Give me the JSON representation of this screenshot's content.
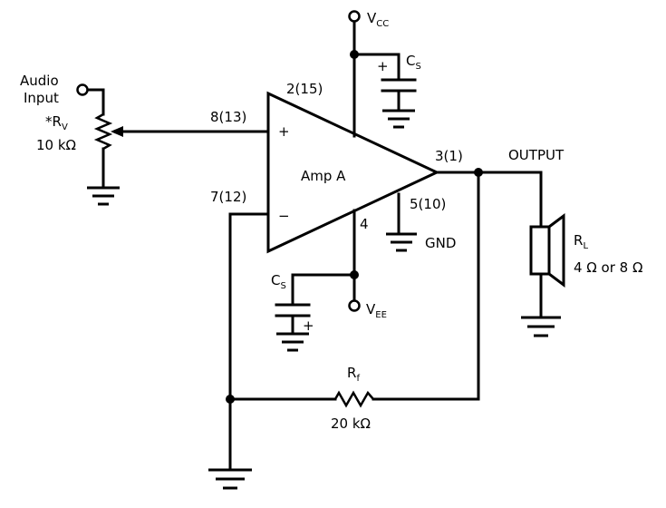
{
  "labels": {
    "vcc_main": "V",
    "vcc_sub": "CC",
    "vee_main": "V",
    "vee_sub": "EE",
    "cs_top_main": "C",
    "cs_top_sub": "S",
    "cs_bot_main": "C",
    "cs_bot_sub": "S",
    "plus_top": "+",
    "plus_bot": "+",
    "audio_1": "Audio",
    "audio_2": "Input",
    "rv_main": "*R",
    "rv_sub": "V",
    "rv_value": "10 kΩ",
    "pin_vcc": "2(15)",
    "pin_noninv": "8(13)",
    "pin_inv": "7(12)",
    "pin_out": "3(1)",
    "pin_gnd": "5(10)",
    "pin_vee": "4",
    "amp_name": "Amp A",
    "noninv_sign": "+",
    "inv_sign": "−",
    "gnd": "GND",
    "output": "OUTPUT",
    "rl_main": "R",
    "rl_sub": "L",
    "rl_value": "4 Ω or 8 Ω",
    "rf_main": "R",
    "rf_sub": "f",
    "rf_value": "20 kΩ"
  }
}
